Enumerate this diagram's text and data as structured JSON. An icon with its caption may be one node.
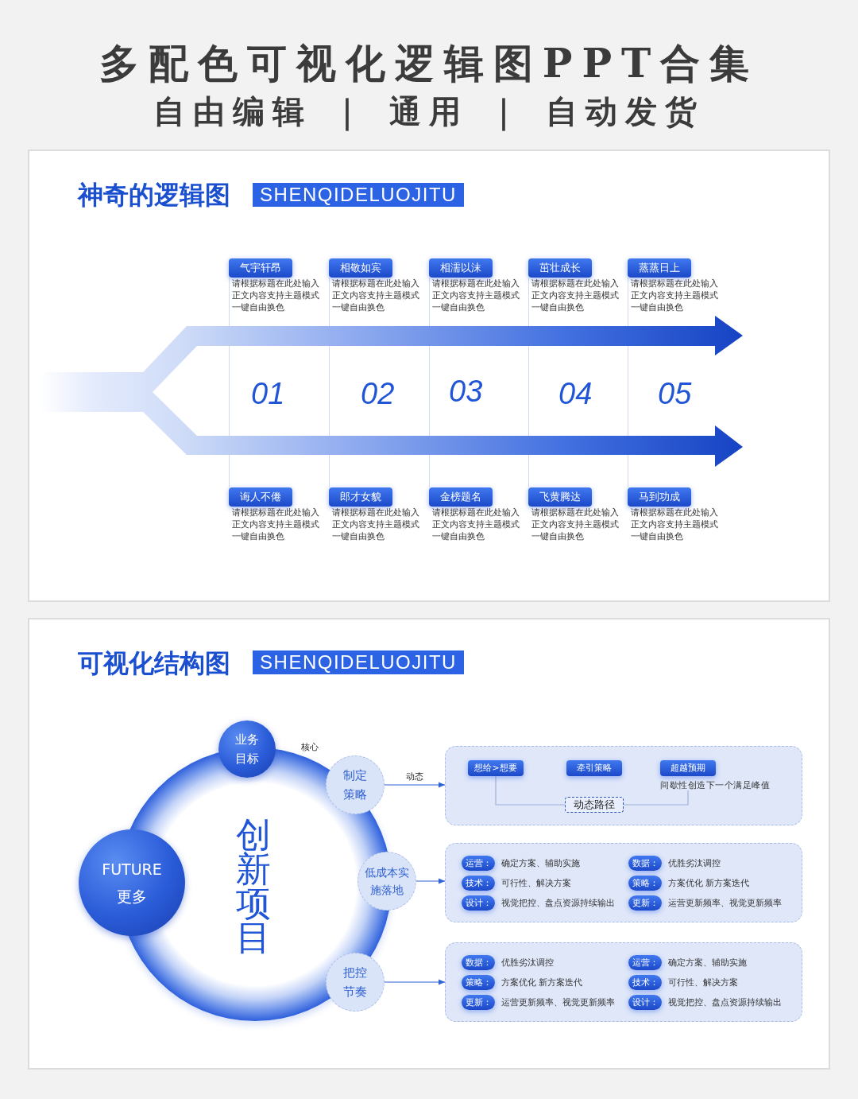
{
  "diagram": {
    "title": "多配色可视化逻辑图PPT合集",
    "nodes": [
      {
        "text": [
          "神奇的逻辑图"
        ]
      },
      {
        "text": [
          "SHENQIDELUOJITU"
        ],
        "in": 0
      },
      {
        "text": [
          "气宇轩昂"
        ],
        "beside": [
          "请根据标题在此处输入正文内容支持主题模式一键自由换色"
        ],
        "in": 0
      },
      {
        "text": [
          "相敬如宾"
        ],
        "beside": [
          "请根据标题在此处输入正文内容支持主题模式一键自由换色"
        ],
        "in": 0
      },
      {
        "text": [
          "相濡以沫"
        ],
        "beside": [
          "请根据标题在此处输入正文内容支持主题模式一键自由换色"
        ],
        "in": 0
      },
      {
        "text": [
          "茁壮成长"
        ],
        "beside": [
          "请根据标题在此处输入正文内容支持主题模式一键自由换色"
        ],
        "in": 0
      },
      {
        "text": [
          "蒸蒸日上"
        ],
        "beside": [
          "请根据标题在此处输入正文内容支持主题模式一键自由换色"
        ],
        "in": 0
      },
      {
        "text": [
          "诲人不倦"
        ],
        "beside": [
          "请根据标题在此处输入正文内容支持主题模式一键自由换色"
        ],
        "in": 0
      },
      {
        "text": [
          "郎才女貌"
        ],
        "beside": [
          "请根据标题在此处输入正文内容支持主题模式一键自由换色"
        ],
        "in": 0
      },
      {
        "text": [
          "金榜题名"
        ],
        "beside": [
          "请根据标题在此处输入正文内容支持主题模式一键自由换色"
        ],
        "in": 0
      },
      {
        "text": [
          "飞黄腾达"
        ],
        "beside": [
          "请根据标题在此处输入正文内容支持主题模式一键自由换色"
        ],
        "in": 0
      },
      {
        "text": [
          "马到功成"
        ],
        "beside": [
          "请根据标题在此处输入正文内容支持主题模式一键自由换色"
        ],
        "in": 0
      },
      {
        "text": [
          "可视化结构图"
        ]
      },
      {
        "text": [
          "SHENQIDELUOJITU"
        ],
        "in": 12
      },
      {
        "text": [
          "创新项目"
        ],
        "in": 12
      },
      {
        "text": [
          "业务目标"
        ],
        "in": 14
      },
      {
        "text": [
          "FUTURE 更多"
        ],
        "in": 12
      },
      {
        "text": [
          "制定策略"
        ],
        "in": 14
      },
      {
        "text": [
          "低成本实施落地"
        ],
        "in": 14
      },
      {
        "text": [
          "把控节奏"
        ],
        "in": 14
      },
      {
        "text": [],
        "shape": "box",
        "in": 12
      },
      {
        "text": [
          "想给>想要"
        ],
        "in": 20
      },
      {
        "text": [
          "牵引策略"
        ],
        "in": 20
      },
      {
        "text": [
          "超越预期"
        ],
        "beside": [
          "间歇性创造下一个满足峰值"
        ],
        "in": 20
      },
      {
        "text": [
          "动态路径"
        ],
        "in": 20
      },
      {
        "text": [],
        "shape": "box",
        "in": 12
      },
      {
        "text": [
          "运营："
        ],
        "beside": [
          "确定方案、辅助实施"
        ],
        "in": 25
      },
      {
        "text": [
          "数据："
        ],
        "beside": [
          "优胜劣汰调控"
        ],
        "in": 25
      },
      {
        "text": [
          "技术："
        ],
        "beside": [
          "可行性、解决方案"
        ],
        "in": 25
      },
      {
        "text": [
          "策略："
        ],
        "beside": [
          "方案优化 新方案迭代"
        ],
        "in": 25
      },
      {
        "text": [
          "设计："
        ],
        "beside": [
          "视觉把控、盘点资源持续输出"
        ],
        "in": 25
      },
      {
        "text": [
          "更新："
        ],
        "beside": [
          "运营更新频率、视觉更新频率"
        ],
        "in": 25
      },
      {
        "text": [],
        "shape": "box",
        "in": 12
      },
      {
        "text": [
          "数据："
        ],
        "beside": [
          "优胜劣汰调控"
        ],
        "in": 32
      },
      {
        "text": [
          "运营："
        ],
        "beside": [
          "确定方案、辅助实施"
        ],
        "in": 32
      },
      {
        "text": [
          "策略："
        ],
        "beside": [
          "方案优化 新方案迭代"
        ],
        "in": 32
      },
      {
        "text": [
          "技术："
        ],
        "beside": [
          "可行性、解决方案"
        ],
        "in": 32
      },
      {
        "text": [
          "更新："
        ],
        "beside": [
          "运营更新频率、视觉更新频率"
        ],
        "in": 32
      },
      {
        "text": [
          "设计："
        ],
        "beside": [
          "视觉把控、盘点资源持续输出"
        ],
        "in": 32
      }
    ],
    "edges": [
      {
        "from": 17,
        "to": 20,
        "arrow": "to",
        "label": "动态"
      },
      {
        "from": 18,
        "to": 25,
        "arrow": "to"
      },
      {
        "from": 19,
        "to": 32,
        "arrow": "to"
      },
      {
        "from": 21,
        "to": 24,
        "arrow": "none",
        "color": "#9fb1d9"
      },
      {
        "from": 23,
        "to": 24,
        "arrow": "none",
        "color": "#9fb1d9"
      }
    ],
    "labels": [
      "自由编辑 ｜ 通用 ｜ 自动发货",
      "01",
      "02",
      "03",
      "04",
      "05",
      "核心"
    ]
  }
}
